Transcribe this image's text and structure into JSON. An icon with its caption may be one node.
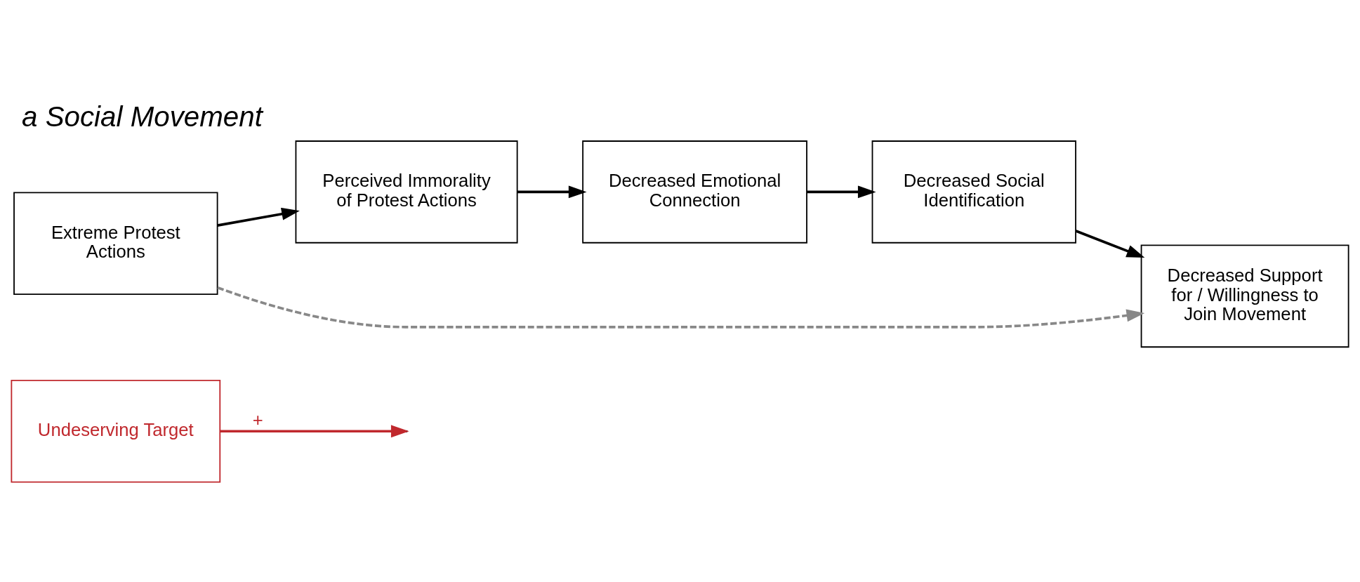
{
  "diagram": {
    "title": "a Social Movement",
    "nodes": [
      {
        "text": [
          "Undeserving Target"
        ]
      },
      {
        "text": [
          "Perceived Immorality of Protest Actions"
        ]
      },
      {
        "text": [
          "Decreased Emotional Connection"
        ]
      },
      {
        "text": [
          "Decreased Social Identification"
        ]
      },
      {
        "text": [
          "Extreme Protest Actions"
        ]
      },
      {
        "text": [
          "Decreased Support for / Willingness to Join Movement"
        ]
      }
    ],
    "edges": [
      {
        "from": 0,
        "to": null,
        "arrow": "to",
        "label": "+",
        "color": "#c0282d"
      },
      {
        "from": 4,
        "to": 1,
        "arrow": "to"
      },
      {
        "from": 1,
        "to": 2,
        "arrow": "to"
      },
      {
        "from": 2,
        "to": 3,
        "arrow": "to"
      },
      {
        "from": 3,
        "to": 5,
        "arrow": "to"
      },
      {
        "from": 4,
        "to": 5,
        "arrow": "to",
        "style": "dashed",
        "color": "#888888"
      }
    ]
  }
}
